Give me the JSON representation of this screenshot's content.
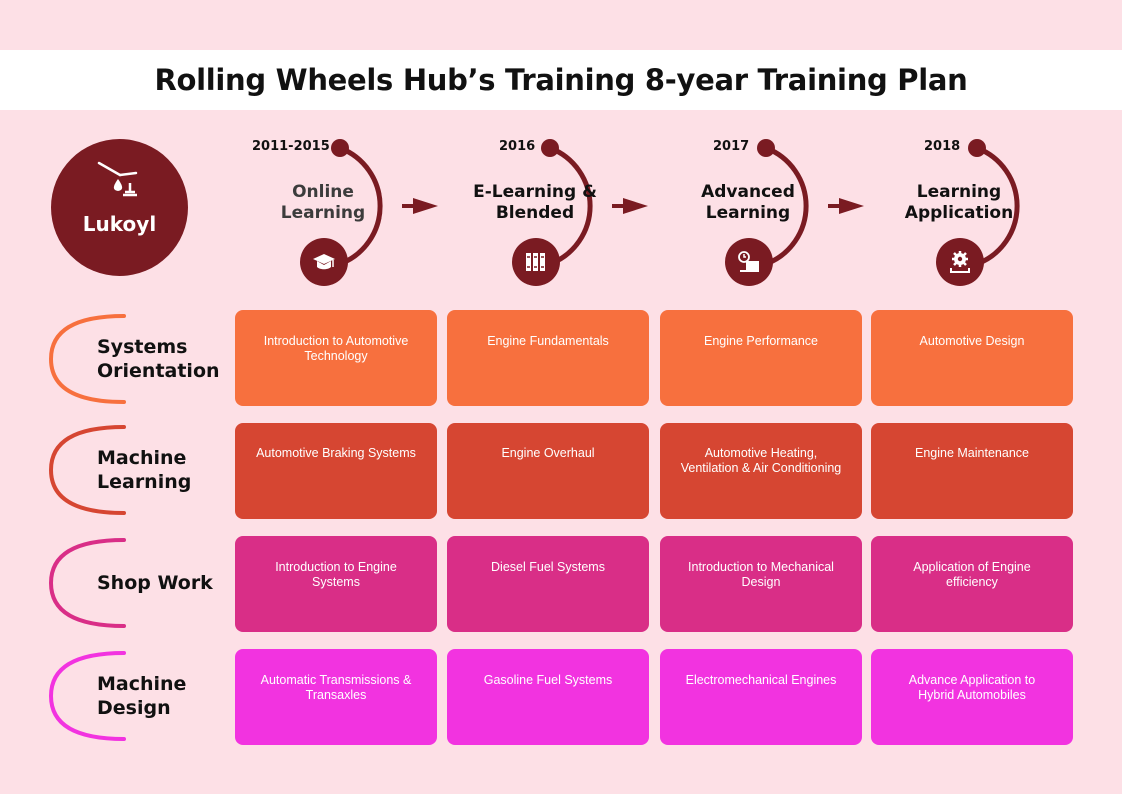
{
  "title": "Rolling Wheels Hub’s Training 8-year Training Plan",
  "logo": {
    "brand": "Lukoyl",
    "icon": "oil-drop-icon"
  },
  "stages": [
    {
      "year": "2011-2015",
      "label": "Online Learning",
      "icon": "graduation-cap-icon",
      "label_color": "#3c3c3c"
    },
    {
      "year": "2016",
      "label": "E-Learning & Blended",
      "icon": "books-icon",
      "label_color": "#111111"
    },
    {
      "year": "2017",
      "label": "Advanced Learning",
      "icon": "computer-clock-icon",
      "label_color": "#111111"
    },
    {
      "year": "2018",
      "label": "Learning Application",
      "icon": "gear-icon",
      "label_color": "#111111"
    }
  ],
  "rows": [
    {
      "label": "Systems Orientation",
      "color": "#f7703e",
      "arc_color": "#f7703e",
      "cells": [
        "Introduction to Automotive Technology",
        "Engine Fundamentals",
        "Engine Performance",
        "Automotive Design"
      ]
    },
    {
      "label": "Machine Learning",
      "color": "#d64632",
      "arc_color": "#d64632",
      "cells": [
        "Automotive Braking Systems",
        "Engine Overhaul",
        "Automotive Heating, Ventilation & Air Conditioning",
        "Engine Maintenance"
      ]
    },
    {
      "label": "Shop Work",
      "color": "#d92e87",
      "arc_color": "#d92e87",
      "cells": [
        "Introduction to Engine Systems",
        "Diesel Fuel Systems",
        "Introduction to Mechanical Design",
        "Application of Engine efficiency"
      ]
    },
    {
      "label": "Machine Design",
      "color": "#f233e0",
      "arc_color": "#f233e0",
      "cells": [
        "Automatic Transmissions & Transaxles",
        "Gasoline Fuel Systems",
        "Electromechanical Engines",
        "Advance Application to Hybrid Automobiles"
      ]
    }
  ],
  "colors": {
    "background": "#fde0e6",
    "accent_dark": "#7a1b22",
    "title_band": "#ffffff"
  }
}
